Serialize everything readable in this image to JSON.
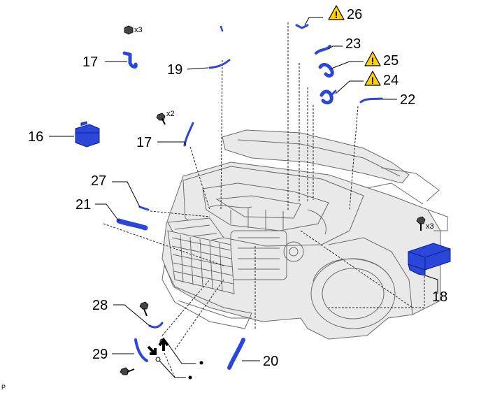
{
  "callouts": {
    "c26": "26",
    "c23": "23",
    "c25": "25",
    "c24": "24",
    "c22": "22",
    "c17a": "17",
    "c19": "19",
    "c17b": "17",
    "c16": "16",
    "c27": "27",
    "c21": "21",
    "c18": "18",
    "c28": "28",
    "c29": "29",
    "c20": "20"
  },
  "quantities": {
    "q17a": "x3",
    "q17b": "x2",
    "q18": "x3"
  },
  "warning_symbol": "!",
  "footer_code": "P",
  "colors": {
    "part_blue": "#2b47d9",
    "warning_yellow": "#ffd200"
  },
  "icons": [
    "warning-triangle-icon",
    "bolt-icon",
    "nut-icon"
  ]
}
